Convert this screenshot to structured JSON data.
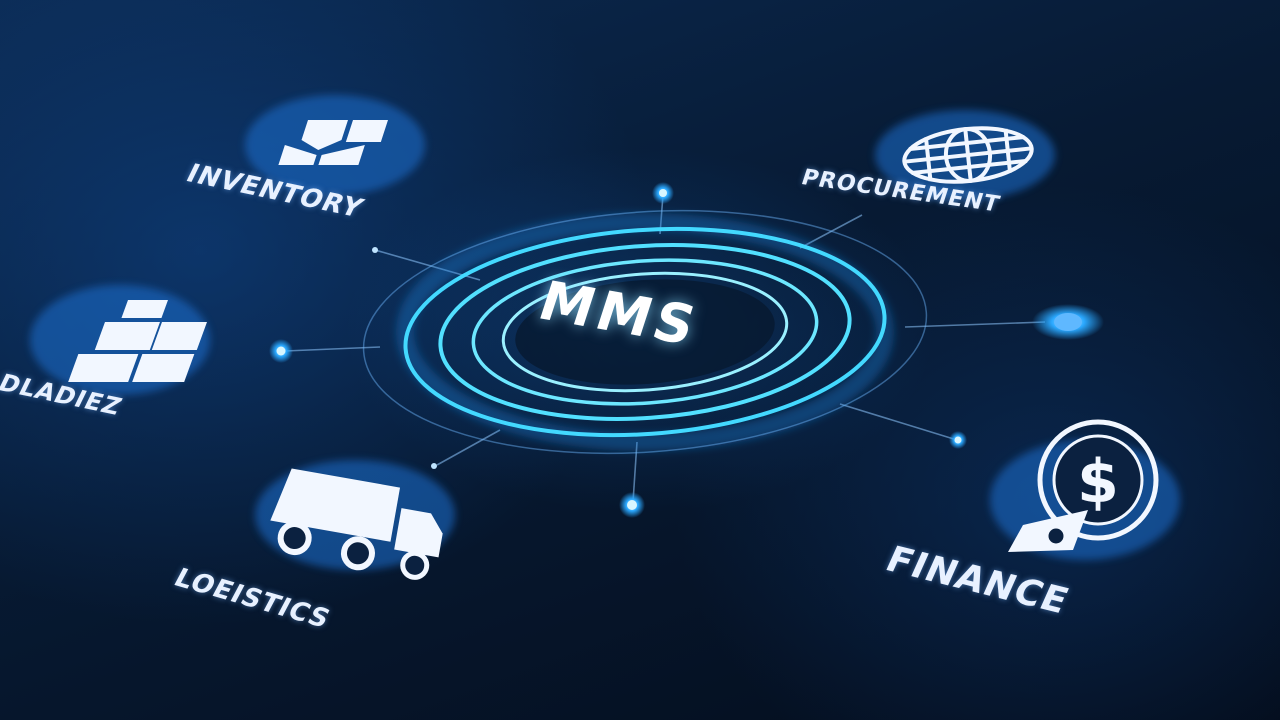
{
  "center": {
    "label": "MMS"
  },
  "modules": {
    "inventory": {
      "label": "INVENTORY",
      "icon": "boxes-icon"
    },
    "procurement": {
      "label": "PROCUREMENT",
      "icon": "globe-icon"
    },
    "storage": {
      "label": "DLADIEZ",
      "icon": "crates-icon"
    },
    "logistics": {
      "label": "LOEISTICS",
      "icon": "truck-icon"
    },
    "finance": {
      "label": "FINANCE",
      "icon": "dollar-bag-icon"
    }
  },
  "colors": {
    "background": "#061426",
    "ring": "#3fd6ff",
    "node": "#2aa8ff",
    "text": "#e8f1ff"
  }
}
